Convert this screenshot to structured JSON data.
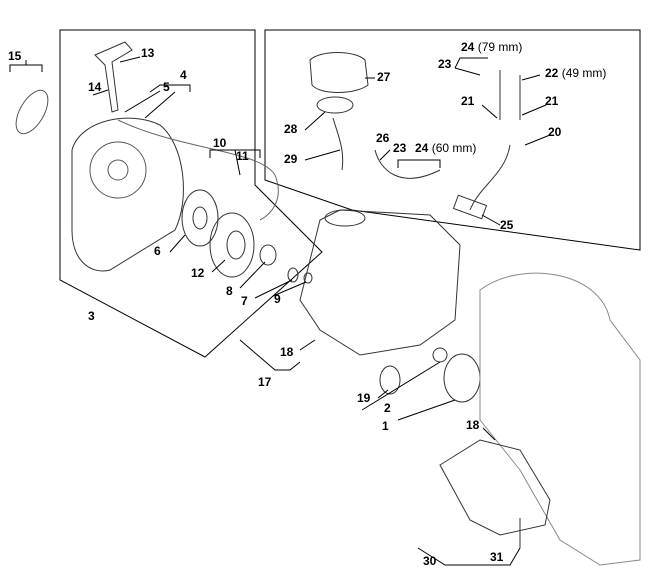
{
  "callouts": {
    "c15": "15",
    "c13": "13",
    "c14": "14",
    "c5": "5",
    "c4": "4",
    "c10": "10",
    "c11": "11",
    "c6": "6",
    "c12": "12",
    "c8": "8",
    "c7": "7",
    "c9": "9",
    "c3": "3",
    "c27": "27",
    "c28": "28",
    "c29": "29",
    "c24a": "24",
    "c24a_note": "(79 mm)",
    "c23a": "23",
    "c22": "22",
    "c22_note": "(49 mm)",
    "c21a": "21",
    "c21b": "21",
    "c20": "20",
    "c26": "26",
    "c23b": "23",
    "c24b": "24",
    "c24b_note": "(60 mm)",
    "c25": "25",
    "c18a": "18",
    "c17": "17",
    "c19": "19",
    "c2": "2",
    "c1": "1",
    "c18b": "18",
    "c30": "30",
    "c31": "31"
  }
}
